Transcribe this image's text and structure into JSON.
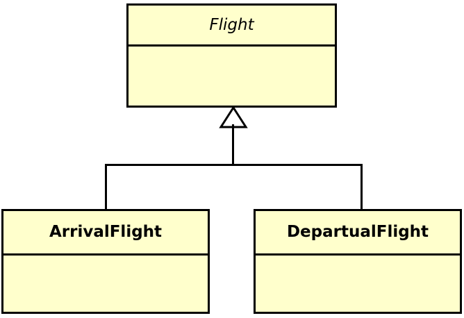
{
  "diagram": {
    "kind": "uml-class-diagram",
    "relationship": "generalization",
    "colors": {
      "class_fill": "#FFFFCC",
      "border": "#000000",
      "line": "#000000",
      "canvas": "#FFFFFF"
    },
    "classes": [
      {
        "id": "flight",
        "name": "Flight",
        "stereotype": "abstract",
        "style": "italic",
        "attributes": [],
        "operations": []
      },
      {
        "id": "arrivalflight",
        "name": "ArrivalFlight",
        "stereotype": "concrete",
        "style": "bold",
        "attributes": [],
        "operations": []
      },
      {
        "id": "departualflight",
        "name": "DepartualFlight",
        "stereotype": "concrete",
        "style": "bold",
        "attributes": [],
        "operations": []
      }
    ],
    "connectors": [
      {
        "id": "gen-arrival",
        "type": "generalization",
        "from": "ArrivalFlight",
        "to": "Flight",
        "arrowhead": "hollow-triangle"
      },
      {
        "id": "gen-departual",
        "type": "generalization",
        "from": "DepartualFlight",
        "to": "Flight",
        "arrowhead": "hollow-triangle"
      }
    ]
  }
}
